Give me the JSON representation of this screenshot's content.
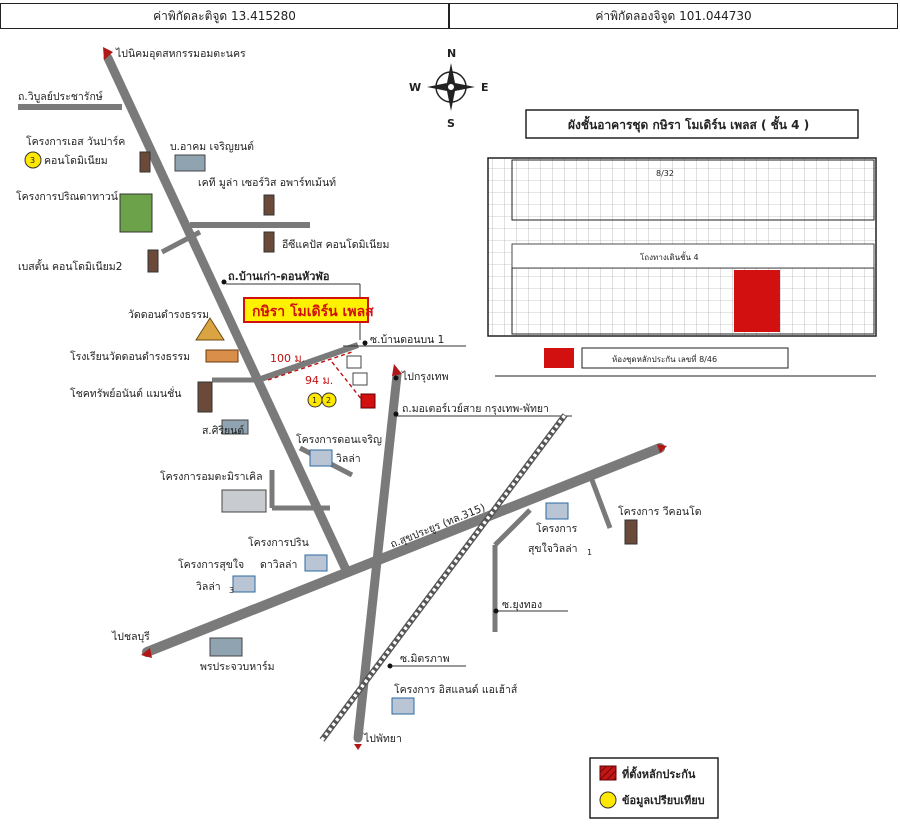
{
  "coords": {
    "latitude": "ค่าพิกัดละติจูด 13.415280",
    "longitude": "ค่าพิกัดลองจิจูด 101.044730"
  },
  "compass": {
    "n": "N",
    "s": "S",
    "e": "E",
    "w": "W"
  },
  "roads": {
    "to_industrial_estate": "ไปนิคมอุตสหกรรมอมตะนคร",
    "vibul_prachaarak": "ถ.วิบูลย์ประชารักษ์",
    "ban_kao_don_hua_for": "ถ.บ้านเก่า-ดอนหัวฬ่อ",
    "soi_ban_don_bon_1": "ซ.บ้านดอนบน 1",
    "to_bangkok": "ไปกรุงเทพ",
    "motorway": "ถ.มอเตอร์เวย์สาย กรุงเทพ-พัทยา",
    "sukhumvit": "ถ.สุขประยูร (ทล.315)",
    "to_chonburi": "ไปชลบุรี",
    "to_pattaya": "ไปพัทยา",
    "soi_yung_thong": "ซ.ยุงทอง",
    "soi_mittraphap": "ซ.มิตรภาพ"
  },
  "distances": {
    "d100": "100 ม.",
    "d94": "94 ม."
  },
  "main_label": "กษิรา โมเดิร์น เพลส",
  "compare_markers": [
    "1",
    "2",
    "3"
  ],
  "places": {
    "s_one_park": "โครงการเอส วันปาร์ค",
    "condo_minium": "คอนโดมิเนียม",
    "b_akom": "บ.อาคม เจริญยนต์",
    "cetty_mula": "เคที มูล่า เซอร์วิส อพาร์ทเม้นท์",
    "parinda_town": "โครงการปริณดาทาวน์",
    "easy_condo": "อีซีแคปัส คอนโดมิเนียม",
    "baseten_condo": "เบสตั้น คอนโดมิเนียม2",
    "wat_don_dumrong": "วัดดอนดำรงธรรม",
    "school_wat_don": "โรงเรียนวัดดอนดำรงธรรม",
    "chokesap_mansion": "โชคทรัพย์อนันต์ แมนชั่น",
    "s_siriyont": "ส.ศิริยนต์",
    "don_charoen": "โครงการดอนเจริญ",
    "villa": "วิลล่า",
    "amata_miracle": "โครงการอมตะมิราเคิล",
    "parin": "โครงการปริน",
    "da_villa": "ดาวิลล่า",
    "sukjai_villa3_a": "โครงการสุขใจ",
    "sukjai_villa3_b": "วิลล่า",
    "villa3_num": "3",
    "v_condo": "โครงการ วีคอนโด",
    "sukjai_villa1_a": "โครงการ",
    "sukjai_villa1_b": "สุขใจวิลล่า",
    "villa1_num": "1",
    "island_house": "โครงการ อิสแลนด์ แอเฮ้าส์",
    "porn_prachuap": "พรประจวบหาร์ม"
  },
  "floorplan": {
    "title": "ผังชั้นอาคารชุด กษิรา โมเดิร์น เพลส ( ชั้น 4 )",
    "unit_label": "8/32",
    "corridor": "โถงทางเดินชั้น 4",
    "note": "ห้องชุดหลักประกัน เลขที่ 8/46"
  },
  "legend": {
    "collateral": "ที่ตั้งหลักประกัน",
    "comparison": "ข้อมูลเปรียบเทียบ"
  },
  "colors": {
    "road": "#7a7a7a",
    "accent_red": "#d21010",
    "highlight_yellow": "#ffe800",
    "label_box_fill": "#fff200",
    "arrow_red": "#b01818"
  }
}
